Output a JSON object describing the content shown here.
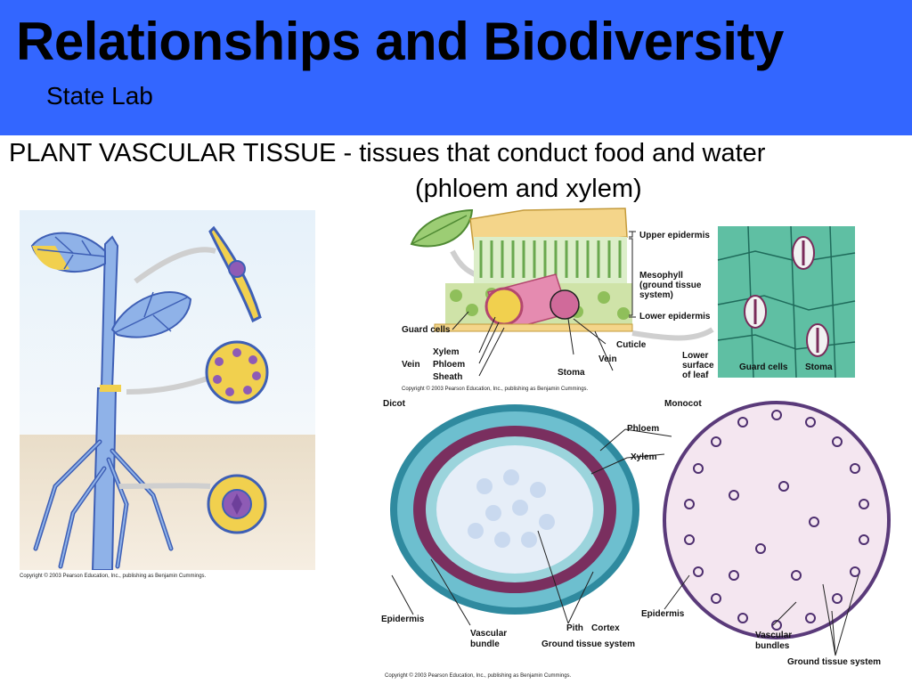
{
  "slide": {
    "title": "Relationships and Biodiversity",
    "subtitle": "State Lab",
    "line1": "PLANT VASCULAR TISSUE - tissues that conduct food and water",
    "line2": "(phloem and xylem)"
  },
  "plant_figure": {
    "copyright": "Copyright © 2003 Pearson Education, Inc., publishing as Benjamin Cummings."
  },
  "leaf_figure": {
    "labels": {
      "upper_epidermis": "Upper epidermis",
      "mesophyll": "Mesophyll",
      "ground_tissue": "(ground tissue",
      "system": "system)",
      "lower_epidermis": "Lower epidermis",
      "guard_cells": "Guard cells",
      "xylem": "Xylem",
      "vein": "Vein",
      "phloem": "Phloem",
      "sheath": "Sheath",
      "cuticle": "Cuticle",
      "vein2": "Vein",
      "stoma": "Stoma",
      "lower": "Lower",
      "surface": "surface",
      "of_leaf": "of leaf",
      "guard_cells2": "Guard cells",
      "stoma2": "Stoma"
    },
    "copyright": "Copyright © 2003 Pearson Education, Inc., publishing as Benjamin Cummings."
  },
  "stem_figure": {
    "labels": {
      "dicot": "Dicot",
      "monocot": "Monocot",
      "phloem": "Phloem",
      "xylem": "Xylem",
      "epidermis": "Epidermis",
      "vascular_bundle_1": "Vascular",
      "vascular_bundle_2": "bundle",
      "pith": "Pith",
      "cortex": "Cortex",
      "ground_tissue_system": "Ground tissue system",
      "epidermis2": "Epidermis",
      "vascular_bundles_1": "Vascular",
      "vascular_bundles_2": "bundles",
      "ground_tissue_system2": "Ground tissue system"
    },
    "copyright": "Copyright © 2003 Pearson Education, Inc., publishing as Benjamin Cummings."
  },
  "colors": {
    "header": "#3366ff"
  }
}
